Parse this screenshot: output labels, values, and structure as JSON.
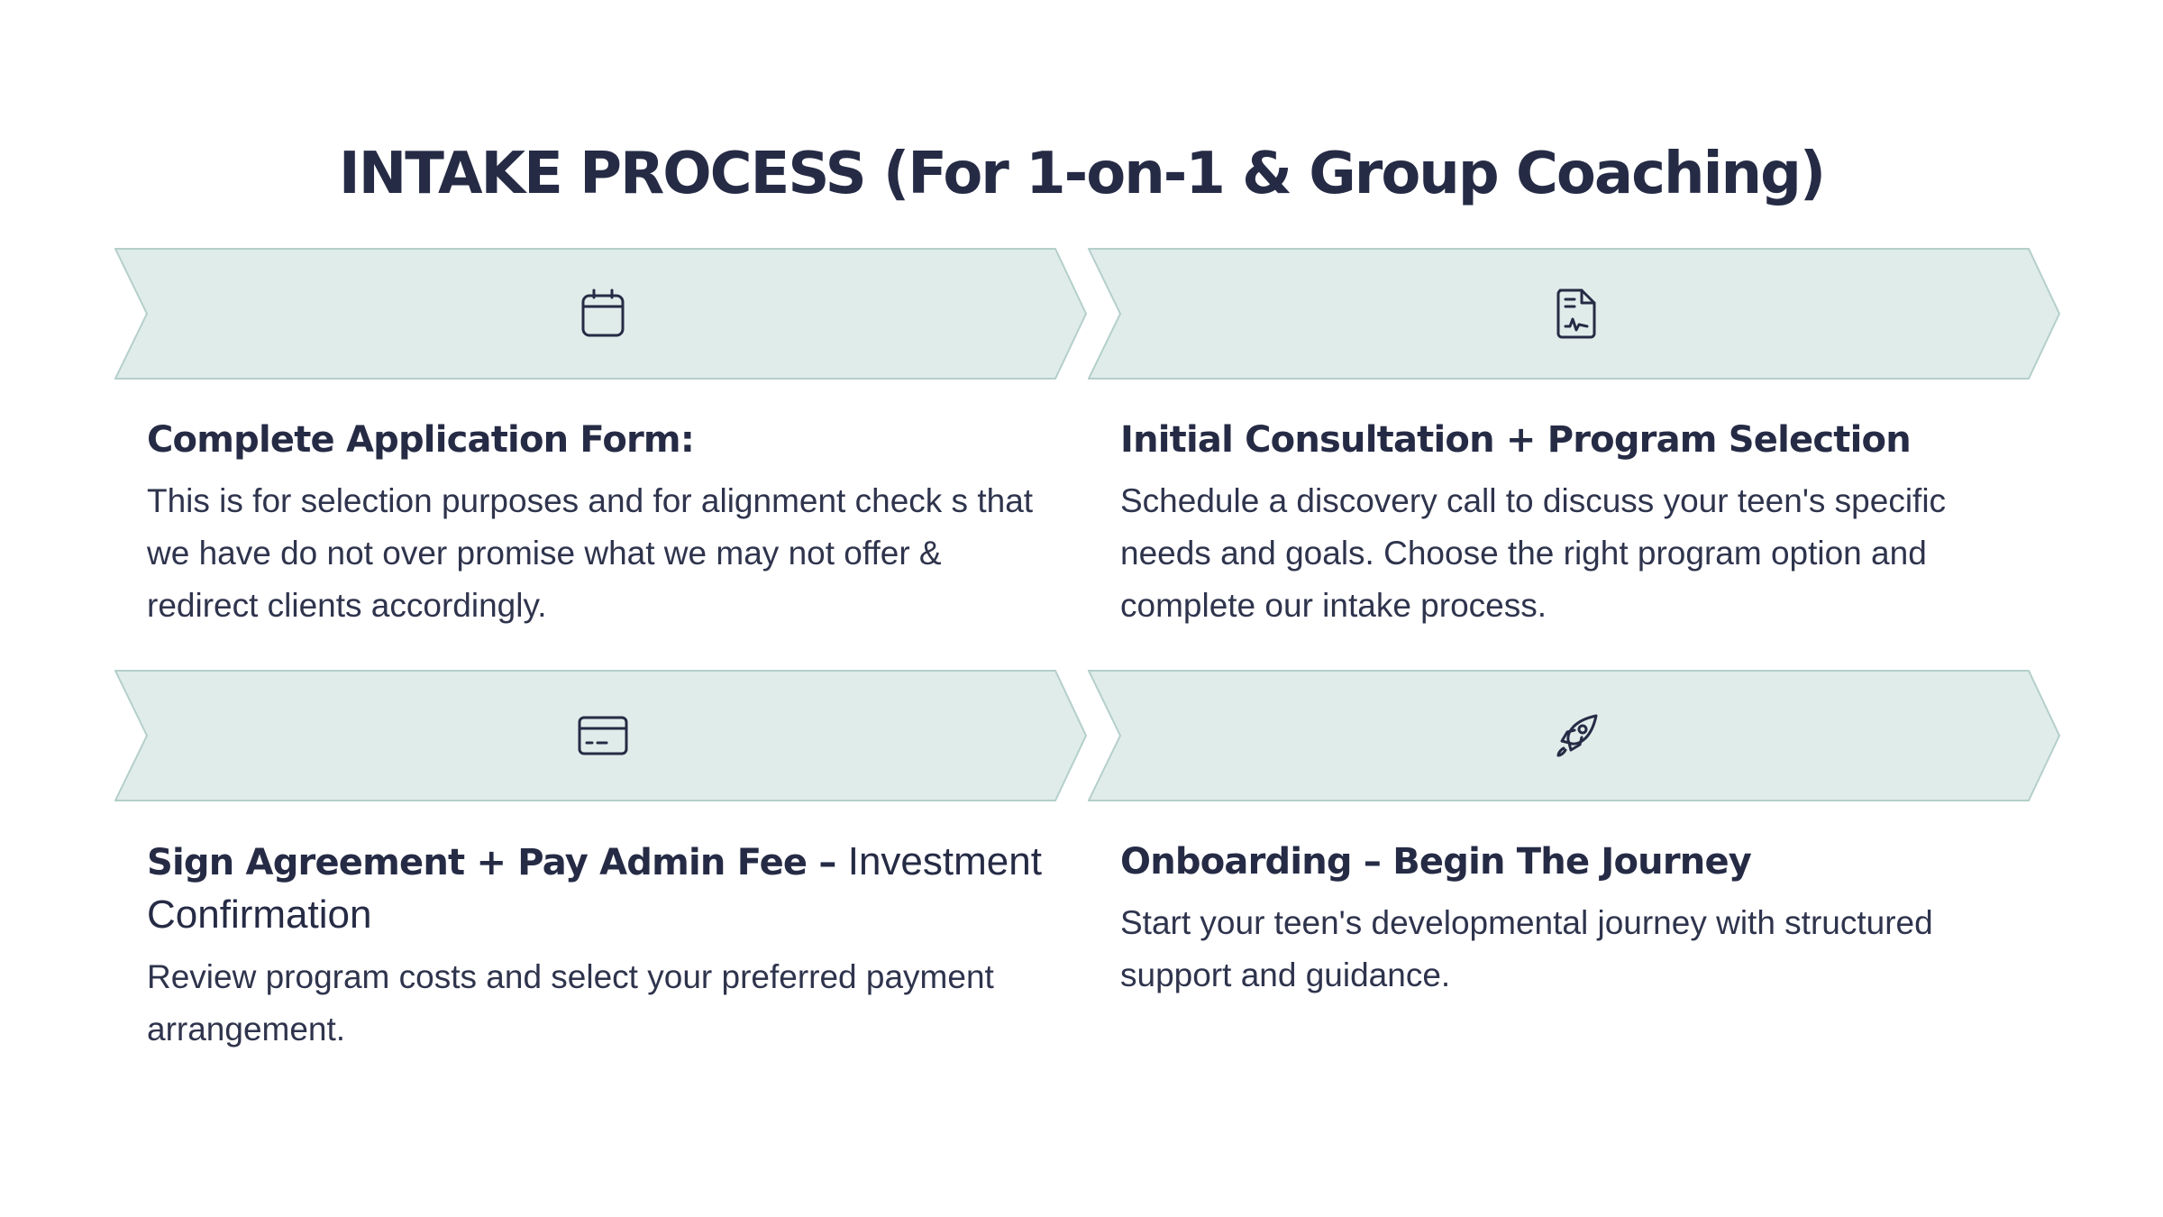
{
  "title": "INTAKE PROCESS (For 1-on-1 & Group Coaching)",
  "colors": {
    "chevron_fill": "#e0ecea",
    "chevron_stroke": "#b4cfca",
    "text_dark": "#262b45",
    "icon_stroke": "#262b45"
  },
  "steps": [
    {
      "icon": "calendar-icon",
      "heading": "Complete Application Form:",
      "heading_extra": "",
      "body": "This is for selection purposes and for alignment check s that we have do not over promise what we may not offer & redirect clients accordingly."
    },
    {
      "icon": "document-signature-icon",
      "heading": "Initial Consultation + Program Selection",
      "heading_extra": "",
      "body": "Schedule a discovery call to discuss your teen's specific needs and goals. Choose the right program option and complete our intake process."
    },
    {
      "icon": "credit-card-icon",
      "heading": "Sign Agreement + Pay Admin Fee –",
      "heading_extra": "Investment Confirmation",
      "body": "Review program costs and select your preferred payment arrangement."
    },
    {
      "icon": "rocket-icon",
      "heading": "Onboarding – Begin The Journey",
      "heading_extra": "",
      "body": "Start your teen's developmental journey with structured support and guidance."
    }
  ]
}
